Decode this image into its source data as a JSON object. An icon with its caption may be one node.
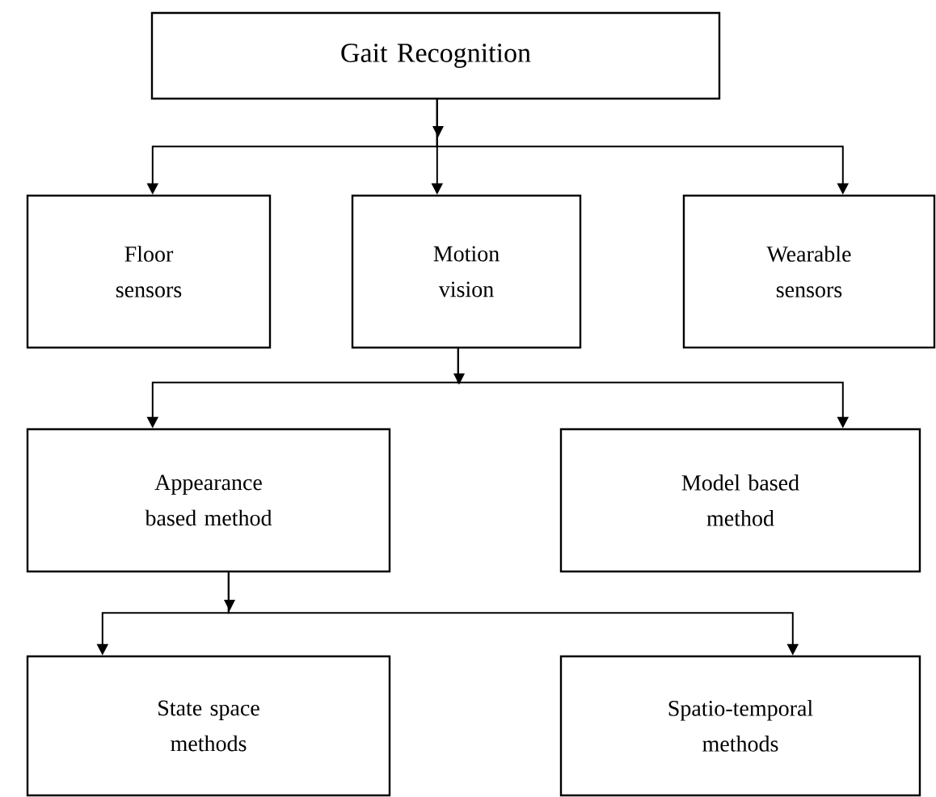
{
  "diagram": {
    "nodes": [
      {
        "text": [
          "Gait Recognition"
        ]
      },
      {
        "text": [
          "Floor sensors"
        ]
      },
      {
        "text": [
          "Motion vision"
        ]
      },
      {
        "text": [
          "Wearable sensors"
        ]
      },
      {
        "text": [
          "Appearance based method"
        ]
      },
      {
        "text": [
          "Model based method"
        ]
      },
      {
        "text": [
          "State space methods"
        ]
      },
      {
        "text": [
          "Spatio-temporal methods"
        ]
      }
    ],
    "edges": [
      {
        "from": 0,
        "to": 1,
        "arrow": "to"
      },
      {
        "from": 0,
        "to": 2,
        "arrow": "to"
      },
      {
        "from": 0,
        "to": 3,
        "arrow": "to"
      },
      {
        "from": 2,
        "to": 4,
        "arrow": "to"
      },
      {
        "from": 2,
        "to": 5,
        "arrow": "to"
      },
      {
        "from": 4,
        "to": 6,
        "arrow": "to"
      },
      {
        "from": 4,
        "to": 7,
        "arrow": "to"
      }
    ]
  }
}
